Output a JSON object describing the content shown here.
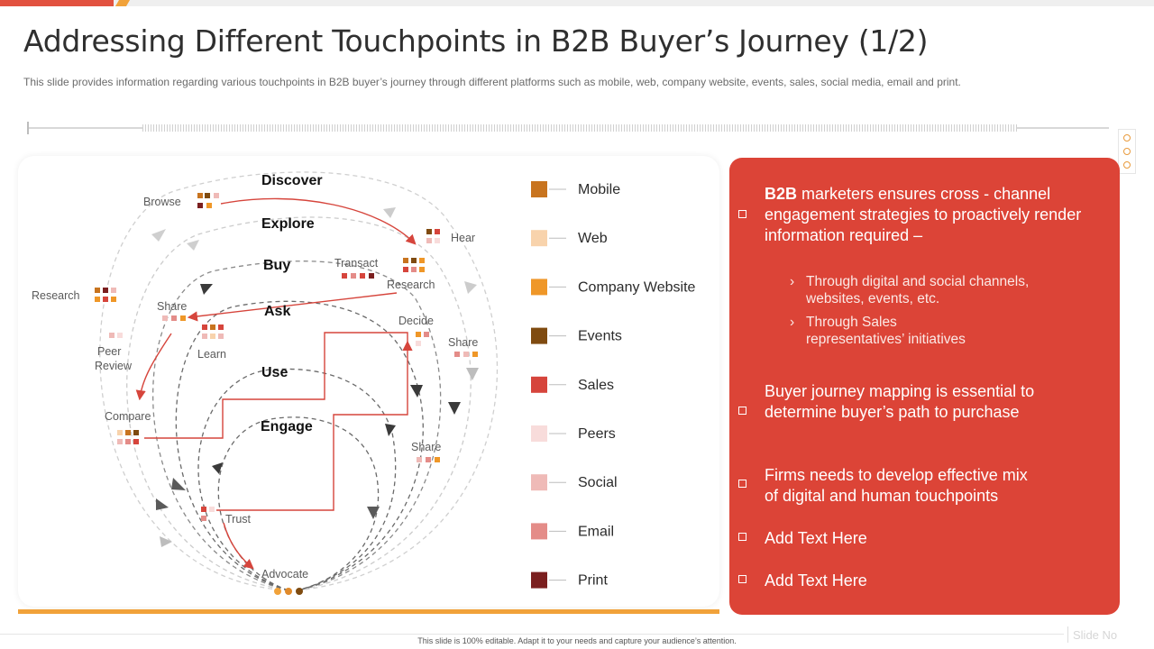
{
  "header": {
    "title": "Addressing Different Touchpoints in B2B Buyer’s Journey (1/2)",
    "subtitle": "This slide provides information regarding various touchpoints in B2B buyer’s journey through different platforms such as mobile, web, company website, events, sales, social media, email and print."
  },
  "colors": {
    "accent_red": "#dc4437",
    "accent_orange": "#f1a23a",
    "mobile": "#c8741f",
    "web": "#f8d3ac",
    "company_website": "#ef9728",
    "events": "#7f4b10",
    "sales": "#d6453c",
    "peers": "#f8dcdb",
    "social": "#efbab7",
    "email": "#e48c88",
    "print": "#7b1f1f"
  },
  "stages": {
    "discover": "Discover",
    "explore": "Explore",
    "buy": "Buy",
    "ask": "Ask",
    "use": "Use",
    "engage": "Engage"
  },
  "touchpoints": {
    "browse": "Browse",
    "hear": "Hear",
    "research_left": "Research",
    "transact": "Transact",
    "research_right": "Research",
    "share_left": "Share",
    "learn": "Learn",
    "decide": "Decide",
    "share_right": "Share",
    "peer": "Peer",
    "review": "Review",
    "compare": "Compare",
    "share_bottom": "Share",
    "trust": "Trust",
    "advocate": "Advocate"
  },
  "legend": [
    {
      "label": "Mobile",
      "color": "#c8741f"
    },
    {
      "label": "Web",
      "color": "#f8d3ac"
    },
    {
      "label": "Company Website",
      "color": "#ef9728"
    },
    {
      "label": "Events",
      "color": "#7f4b10"
    },
    {
      "label": "Sales",
      "color": "#d6453c"
    },
    {
      "label": "Peers",
      "color": "#f8dcdb"
    },
    {
      "label": "Social",
      "color": "#efbab7"
    },
    {
      "label": "Email",
      "color": "#e48c88"
    },
    {
      "label": "Print",
      "color": "#7b1f1f"
    }
  ],
  "panel": {
    "p1_bold": "B2B",
    "p1_rest": " marketers ensures cross - channel engagement strategies to proactively render information required –",
    "sub1": "Through  digital and social channels, websites, events,  etc.",
    "sub2": "Through  Sales representatives’ initiatives",
    "chevron": "›",
    "p2": "Buyer journey mapping is essential to determine buyer’s path to purchase",
    "p3": "Firms needs to develop effective mix of digital and human touchpoints",
    "p4": "Add Text Here",
    "p5": "Add Text Here"
  },
  "footer": {
    "note": "This slide is 100% editable. Adapt it to your needs and capture your audience’s attention.",
    "slide_no": "Slide No"
  }
}
